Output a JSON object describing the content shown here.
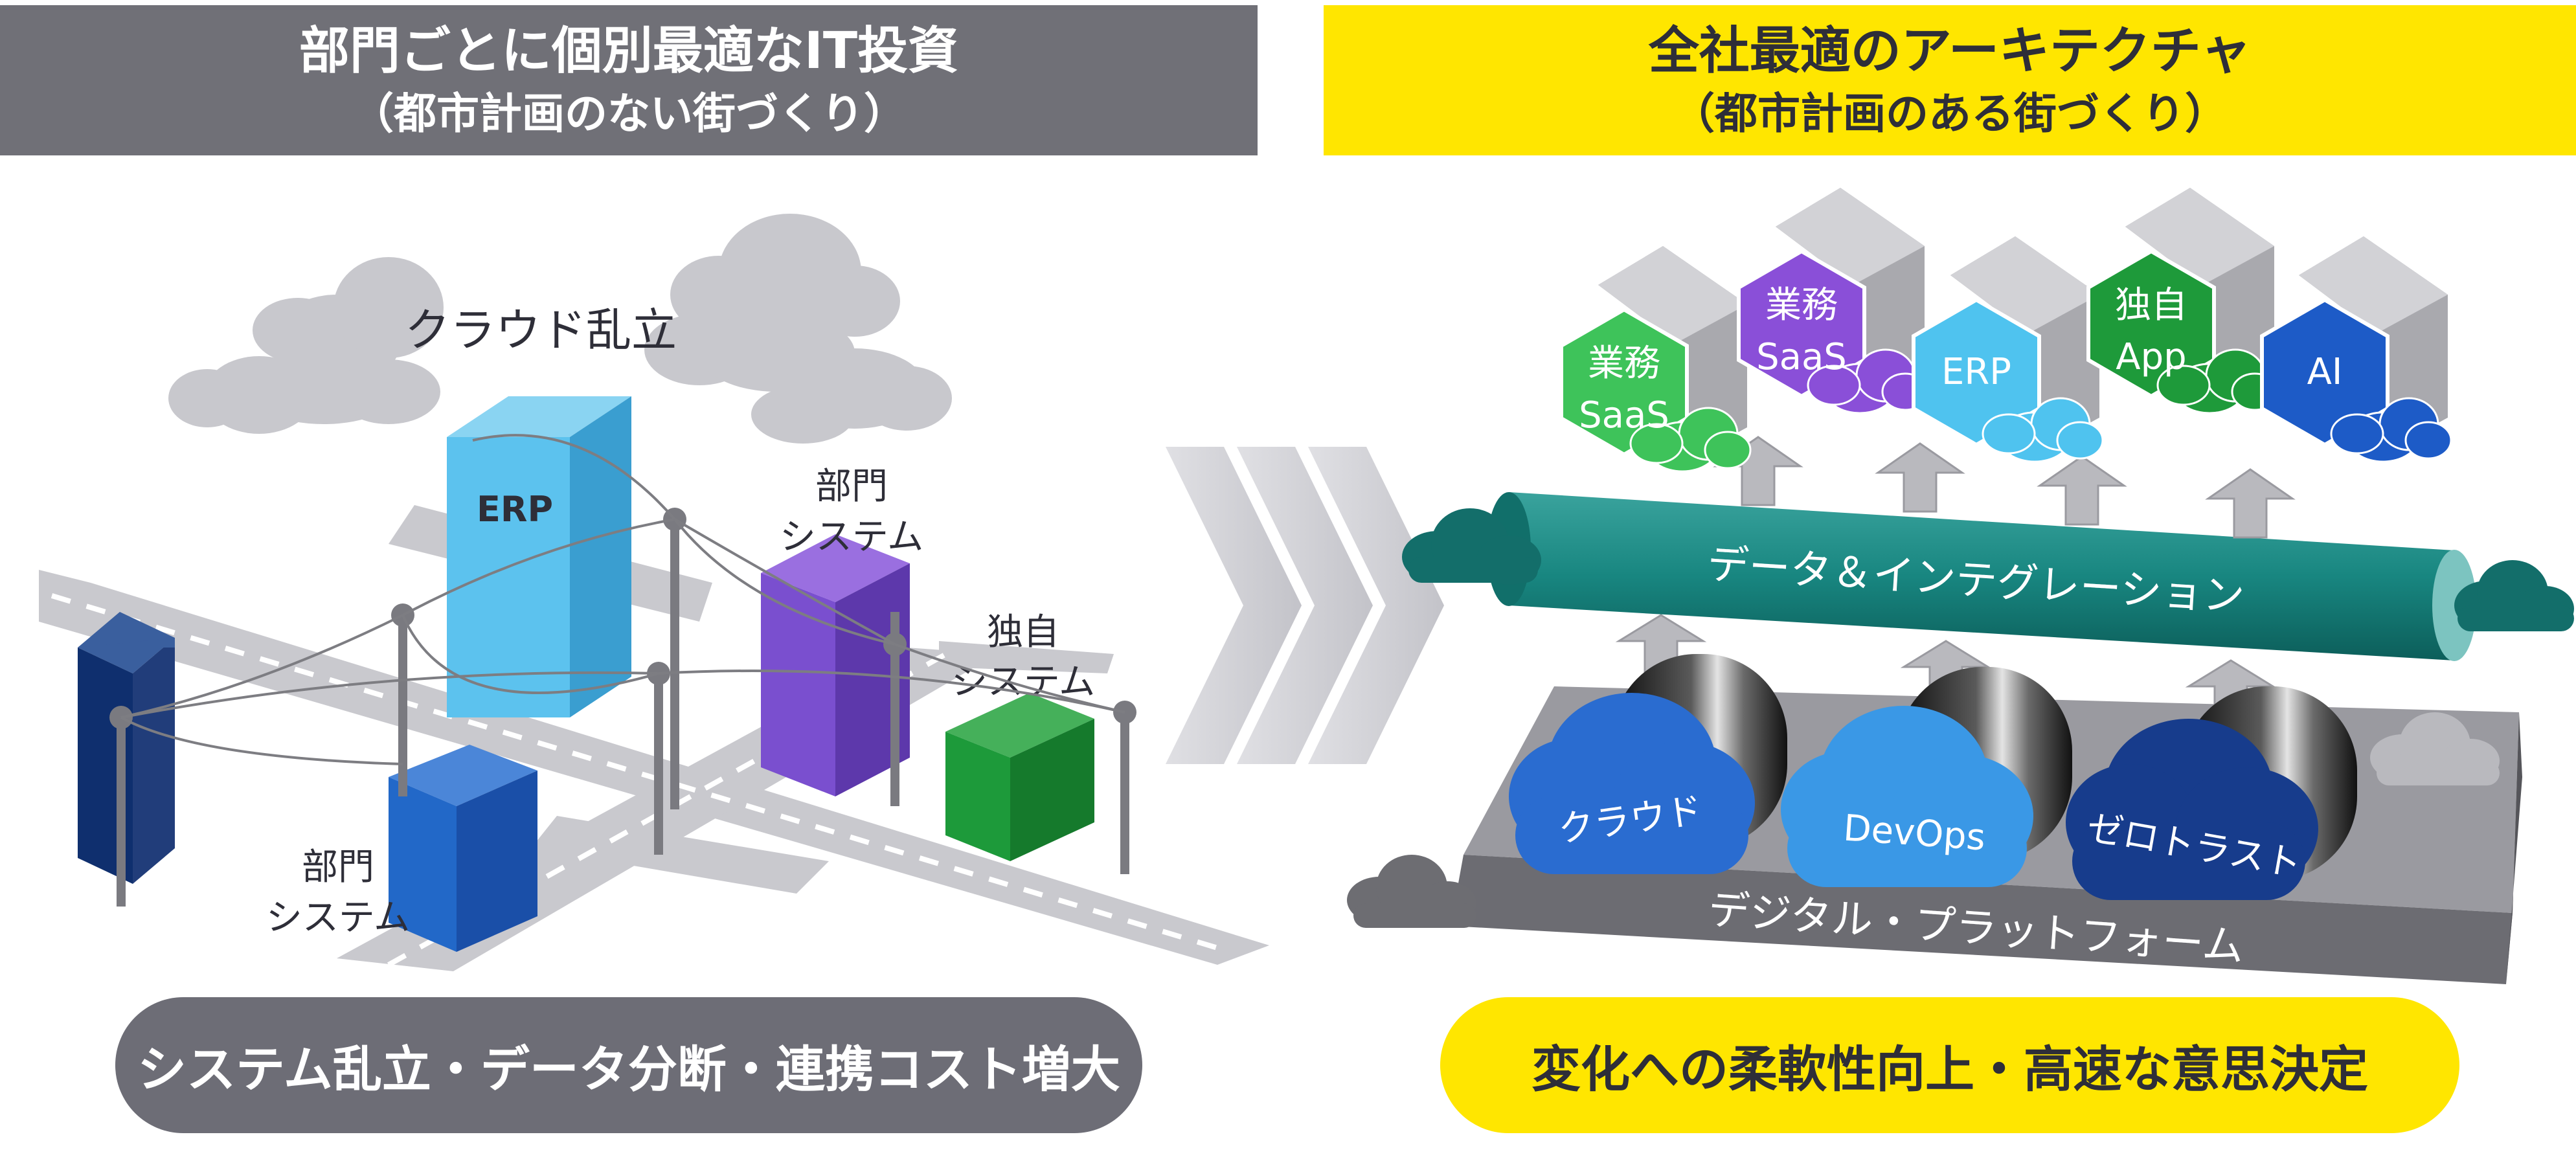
{
  "left": {
    "title_line1": "部門ごとに個別最適なIT投資",
    "title_line2": "（都市計画のない街づくり）",
    "cloud_label": "クラウド乱立",
    "erp_label": "ERP",
    "dept_system_a_line1": "部門",
    "dept_system_a_line2": "システム",
    "own_system_line1": "独自",
    "own_system_line2": "システム",
    "dept_system_b_line1": "部門",
    "dept_system_b_line2": "システム",
    "summary": "システム乱立・データ分断・連携コスト増大"
  },
  "right": {
    "title_line1": "全社最適のアーキテクチャ",
    "title_line2": "（都市計画のある街づくり）",
    "apps": [
      {
        "line1": "業務",
        "line2": "SaaS",
        "color": "#3ec35a"
      },
      {
        "line1": "業務",
        "line2": "SaaS",
        "color": "#8a4fd8"
      },
      {
        "line1": "ERP",
        "line2": "",
        "color": "#4fc3ef"
      },
      {
        "line1": "独自",
        "line2": "App",
        "color": "#1e9a3a"
      },
      {
        "line1": "AI",
        "line2": "",
        "color": "#1d5bc7"
      }
    ],
    "integration_label": "データ＆インテグレーション",
    "platform_items": [
      {
        "label": "クラウド",
        "color": "#2a6cd0"
      },
      {
        "label": "DevOps",
        "color": "#3a98e6"
      },
      {
        "label": "ゼロトラスト",
        "color": "#173c8c"
      }
    ],
    "platform_label": "デジタル・プラットフォーム",
    "summary": "変化への柔軟性向上・高速な意思決定"
  }
}
